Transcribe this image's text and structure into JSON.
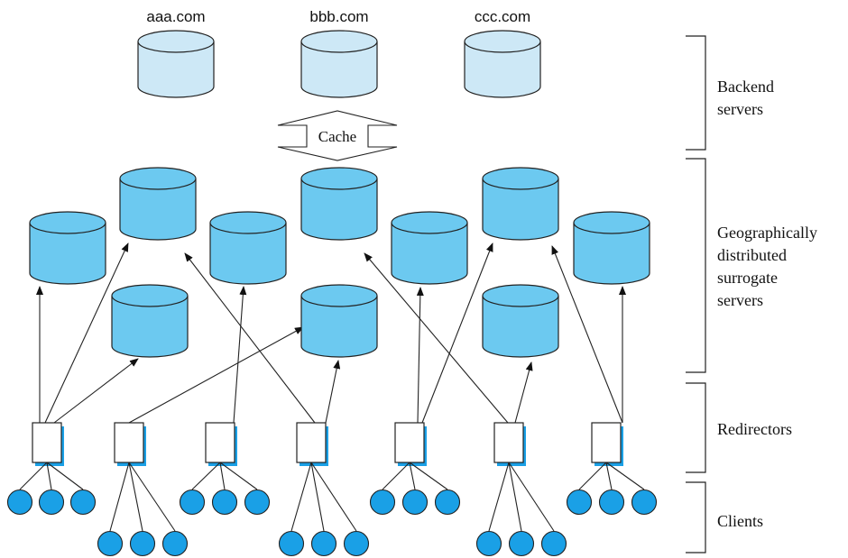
{
  "colors": {
    "backend_fill": "#cde8f6",
    "surrogate_fill": "#6cc9f0",
    "client_fill": "#1aa0e6",
    "redirector_shadow": "#1aa0e6",
    "line": "#222222"
  },
  "backend_domains": [
    "aaa.com",
    "bbb.com",
    "ccc.com"
  ],
  "cache_label": "Cache",
  "tier_labels": {
    "backend": [
      "Backend",
      "servers"
    ],
    "surrogate": [
      "Geographically",
      "distributed",
      "surrogate",
      "servers"
    ],
    "redirectors": [
      "Redirectors"
    ],
    "clients": [
      "Clients"
    ]
  },
  "icons": [
    "database-icon",
    "redirector-box-icon",
    "client-node-icon",
    "bracket-icon",
    "double-arrow-icon"
  ]
}
